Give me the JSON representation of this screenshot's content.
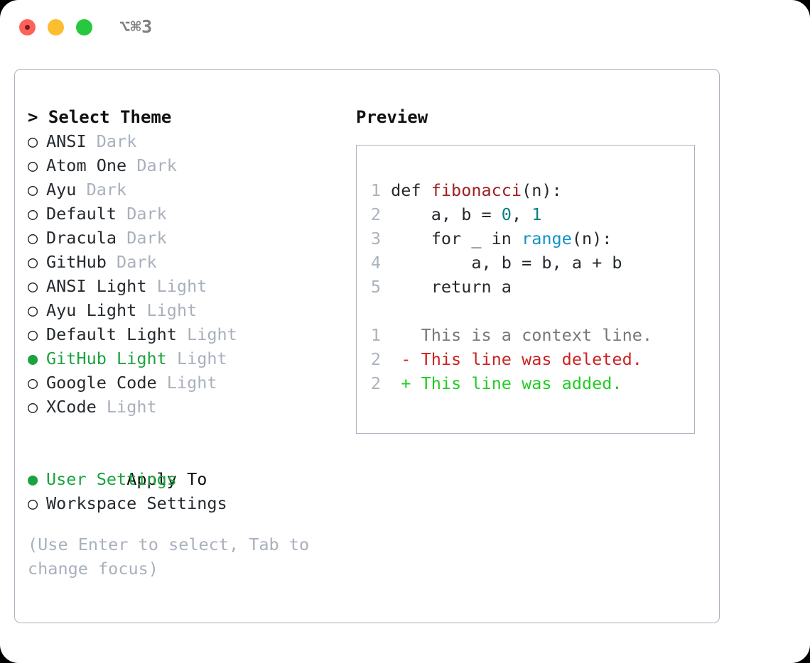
{
  "window": {
    "title": "⌥⌘3",
    "traffic_lights": [
      {
        "name": "close",
        "color": "#FB6259"
      },
      {
        "name": "minimize",
        "color": "#FCBD2E"
      },
      {
        "name": "maximize",
        "color": "#27C83F"
      }
    ]
  },
  "colors": {
    "selected_green": "#1BA33F",
    "diff_add_green": "#22CC22",
    "diff_del_red": "#CC2222",
    "muted": "#A8B0BC",
    "border": "#aab2c0",
    "fn_red": "#A02020",
    "num_teal": "#0A8080",
    "call_blue": "#1192C8"
  },
  "theme_picker": {
    "heading": "> Select Theme",
    "marker_selected": "●",
    "marker_unselected": "○",
    "items": [
      {
        "label": "ANSI",
        "tag": "Dark",
        "selected": false
      },
      {
        "label": "Atom One",
        "tag": "Dark",
        "selected": false
      },
      {
        "label": "Ayu",
        "tag": "Dark",
        "selected": false
      },
      {
        "label": "Default",
        "tag": "Dark",
        "selected": false
      },
      {
        "label": "Dracula",
        "tag": "Dark",
        "selected": false
      },
      {
        "label": "GitHub",
        "tag": "Dark",
        "selected": false
      },
      {
        "label": "ANSI Light",
        "tag": "Light",
        "selected": false
      },
      {
        "label": "Ayu Light",
        "tag": "Light",
        "selected": false
      },
      {
        "label": "Default Light",
        "tag": "Light",
        "selected": false
      },
      {
        "label": "GitHub Light",
        "tag": "Light",
        "selected": true
      },
      {
        "label": "Google Code",
        "tag": "Light",
        "selected": false
      },
      {
        "label": "XCode",
        "tag": "Light",
        "selected": false
      }
    ]
  },
  "apply_to": {
    "heading": "Apply To",
    "items": [
      {
        "label": "User Settings",
        "selected": true
      },
      {
        "label": "Workspace Settings",
        "selected": false
      }
    ]
  },
  "hint": "(Use Enter to select, Tab to change focus)",
  "preview": {
    "heading": "Preview",
    "code_lines": [
      {
        "no": "1",
        "tokens": [
          {
            "t": "def ",
            "c": "plain"
          },
          {
            "t": "fibonacci",
            "c": "fn"
          },
          {
            "t": "(n):",
            "c": "plain"
          }
        ]
      },
      {
        "no": "2",
        "tokens": [
          {
            "t": "    a, b = ",
            "c": "plain"
          },
          {
            "t": "0",
            "c": "num"
          },
          {
            "t": ", ",
            "c": "plain"
          },
          {
            "t": "1",
            "c": "num"
          }
        ]
      },
      {
        "no": "3",
        "tokens": [
          {
            "t": "    for _ in ",
            "c": "plain"
          },
          {
            "t": "range",
            "c": "call"
          },
          {
            "t": "(n):",
            "c": "plain"
          }
        ]
      },
      {
        "no": "4",
        "tokens": [
          {
            "t": "        a, b = b, a + b",
            "c": "plain"
          }
        ]
      },
      {
        "no": "5",
        "tokens": [
          {
            "t": "    return a",
            "c": "plain"
          }
        ]
      }
    ],
    "diff_lines": [
      {
        "no": "1",
        "sign": " ",
        "text": " This is a context line.",
        "kind": "ctx"
      },
      {
        "no": "2",
        "sign": "-",
        "text": " This line was deleted.",
        "kind": "del"
      },
      {
        "no": "2",
        "sign": "+",
        "text": " This line was added.",
        "kind": "add"
      }
    ]
  }
}
